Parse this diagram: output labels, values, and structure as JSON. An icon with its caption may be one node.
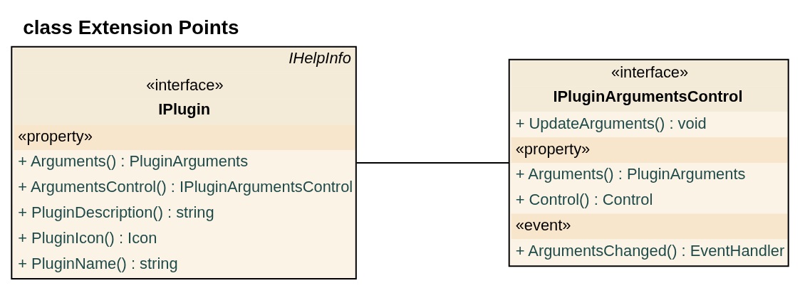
{
  "diagram": {
    "title": "class Extension Points",
    "nodes": [
      {
        "text": [
          "IHelpInfo",
          "«interface»",
          "IPlugin",
          "«property»",
          "+ Arguments() : PluginArguments",
          "+ ArgumentsControl() : IPluginArgumentsControl",
          "+ PluginDescription() : string",
          "+ PluginIcon() : Icon",
          "+ PluginName() : string"
        ]
      },
      {
        "text": [
          "«interface»",
          "IPluginArgumentsControl",
          "+ UpdateArguments() : void",
          "«property»",
          "+ Arguments() : PluginArguments",
          "+ Control() : Control",
          "«event»",
          "+ ArgumentsChanged() : EventHandler"
        ]
      }
    ],
    "edges": [
      {
        "from": 0,
        "to": 1,
        "arrow": "none"
      }
    ]
  }
}
